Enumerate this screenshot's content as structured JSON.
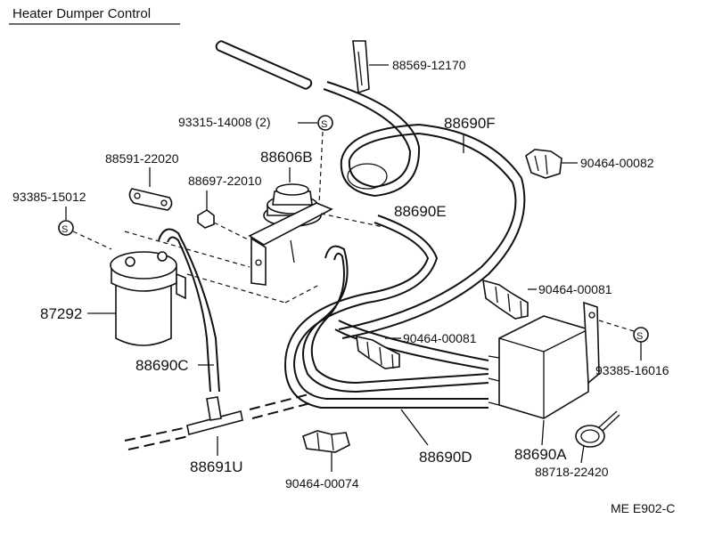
{
  "title": "Heater Dumper Control",
  "footer_code": "ME E902-C",
  "labels": {
    "p88569": "88569-12170",
    "p93315": "93315-14008 (2)",
    "p88690F": "88690F",
    "p90464_82": "90464-00082",
    "p88591": "88591-22020",
    "p88606B": "88606B",
    "p88697": "88697-22010",
    "p93385_12": "93385-15012",
    "p88690E": "88690E",
    "p90464_81a": "90464-00081",
    "p87292": "87292",
    "p90464_81b": "90464-00081",
    "p93385_16": "93385-16016",
    "p88690C": "88690C",
    "p88691U": "88691U",
    "p90464_74": "90464-00074",
    "p88690D": "88690D",
    "p88690A": "88690A",
    "p88718": "88718-22420"
  },
  "screw_symbol": "S"
}
